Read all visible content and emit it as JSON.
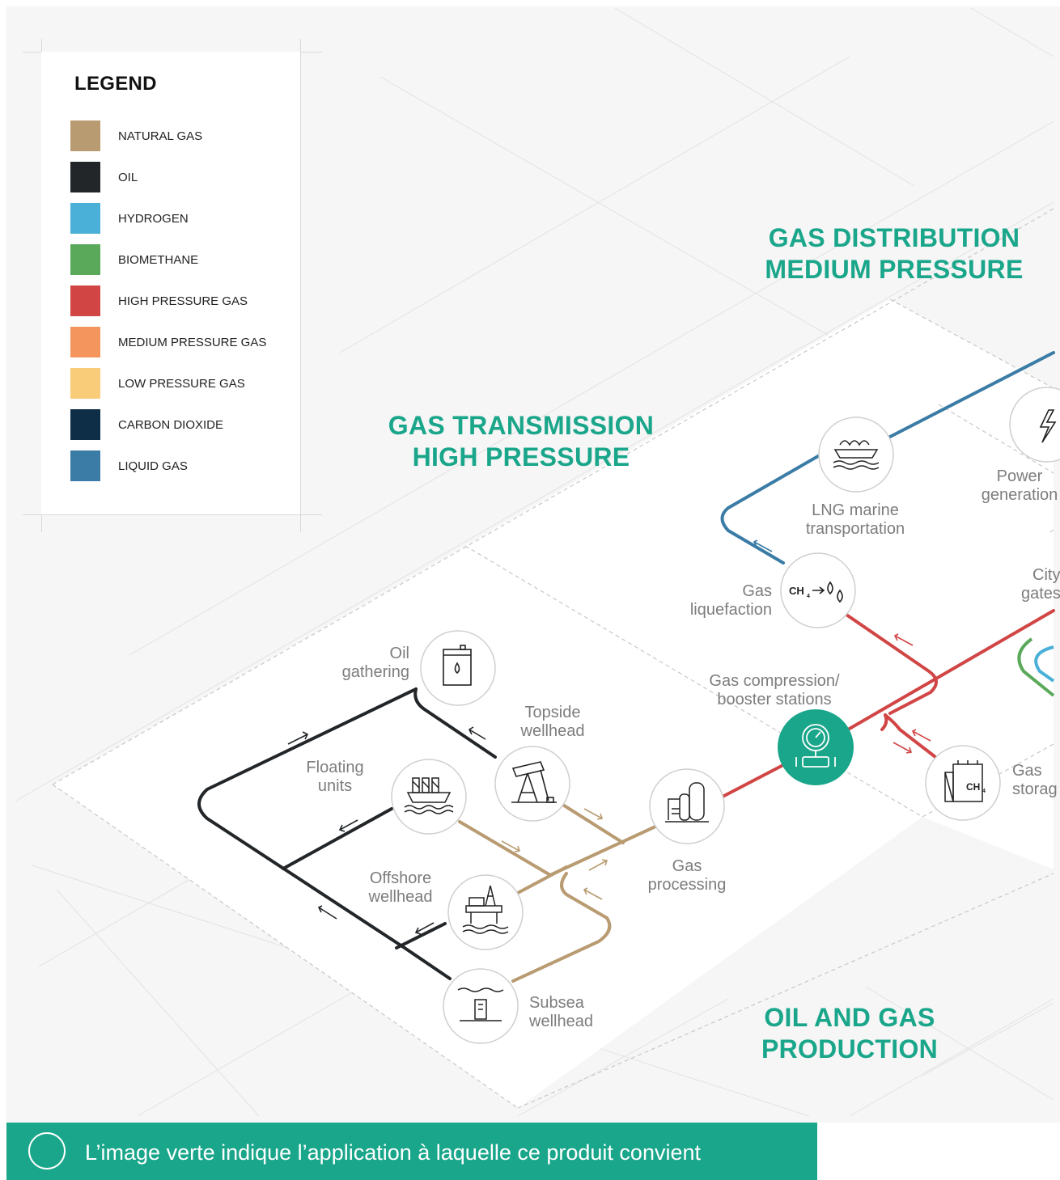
{
  "legend": {
    "title": "LEGEND",
    "items": [
      {
        "label": "NATURAL GAS",
        "color": "#b99b72"
      },
      {
        "label": "OIL",
        "color": "#222629"
      },
      {
        "label": "HYDROGEN",
        "color": "#4ab0d8"
      },
      {
        "label": "BIOMETHANE",
        "color": "#5aa95a"
      },
      {
        "label": "HIGH PRESSURE GAS",
        "color": "#d14545"
      },
      {
        "label": "MEDIUM PRESSURE GAS",
        "color": "#f3955c"
      },
      {
        "label": "LOW PRESSURE GAS",
        "color": "#f8cc78"
      },
      {
        "label": "CARBON DIOXIDE",
        "color": "#0e2d46"
      },
      {
        "label": "LIQUID GAS",
        "color": "#3a7ca6"
      }
    ]
  },
  "sections": {
    "distribution": {
      "line1": "GAS DISTRIBUTION",
      "line2": "MEDIUM PRESSURE"
    },
    "transmission": {
      "line1": "GAS TRANSMISSION",
      "line2": "HIGH PRESSURE"
    },
    "production": {
      "line1": "OIL AND GAS",
      "line2": "PRODUCTION"
    }
  },
  "nodes": {
    "oil_gathering": {
      "line1": "Oil",
      "line2": "gathering",
      "icon": "oil-barrel-icon"
    },
    "topside_wellhead": {
      "line1": "Topside",
      "line2": "wellhead",
      "icon": "pumpjack-icon"
    },
    "floating_units": {
      "line1": "Floating",
      "line2": "units",
      "icon": "floating-platform-icon"
    },
    "offshore_wellhead": {
      "line1": "Offshore",
      "line2": "wellhead",
      "icon": "offshore-rig-icon"
    },
    "subsea_wellhead": {
      "line1": "Subsea",
      "line2": "wellhead",
      "icon": "subsea-wellhead-icon"
    },
    "gas_processing": {
      "line1": "Gas",
      "line2": "processing",
      "icon": "processing-plant-icon"
    },
    "gas_compression": {
      "line1": "Gas compression/",
      "line2": "booster stations",
      "icon": "pressure-gauge-icon"
    },
    "gas_storage": {
      "line1": "Gas",
      "line2": "storag",
      "icon": "gas-storage-tank-icon",
      "badge": "CH"
    },
    "gas_liquefaction": {
      "line1": "Gas",
      "line2": "liquefaction",
      "icon": "liquefaction-icon",
      "badge": "CH"
    },
    "lng_marine": {
      "line1": "LNG marine",
      "line2": "transportation",
      "icon": "lng-ship-icon"
    },
    "power_generation": {
      "line1": "Power",
      "line2": "generation",
      "icon": "lightning-icon"
    },
    "city_gates": {
      "line1": "City",
      "line2": "gates"
    }
  },
  "highlight_color": "#1aa68a",
  "footer": {
    "text": "L’image verte indique l’application à laquelle ce produit convient"
  }
}
